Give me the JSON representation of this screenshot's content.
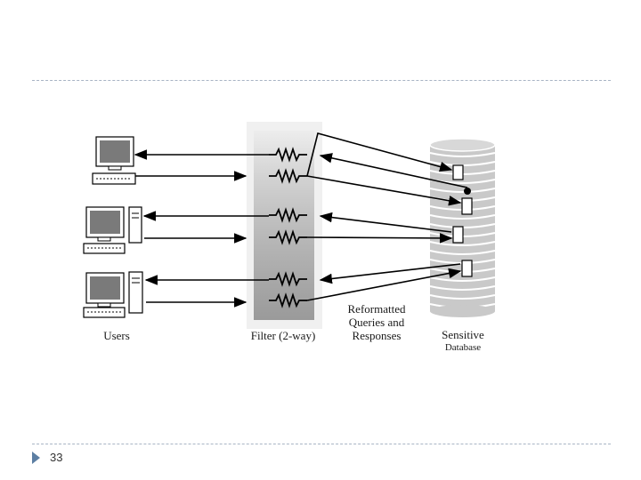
{
  "labels": {
    "users": "Users",
    "filter": "Filter (2-way)",
    "reformatted": "Reformatted Queries and Responses",
    "database_line1": "Sensitive",
    "database_line2": "Database"
  },
  "slide_number": "33",
  "colors": {
    "rule": "#a8b4c4",
    "accent": "#5d7fa3",
    "line": "#000000",
    "screen": "#7a7a7a"
  }
}
